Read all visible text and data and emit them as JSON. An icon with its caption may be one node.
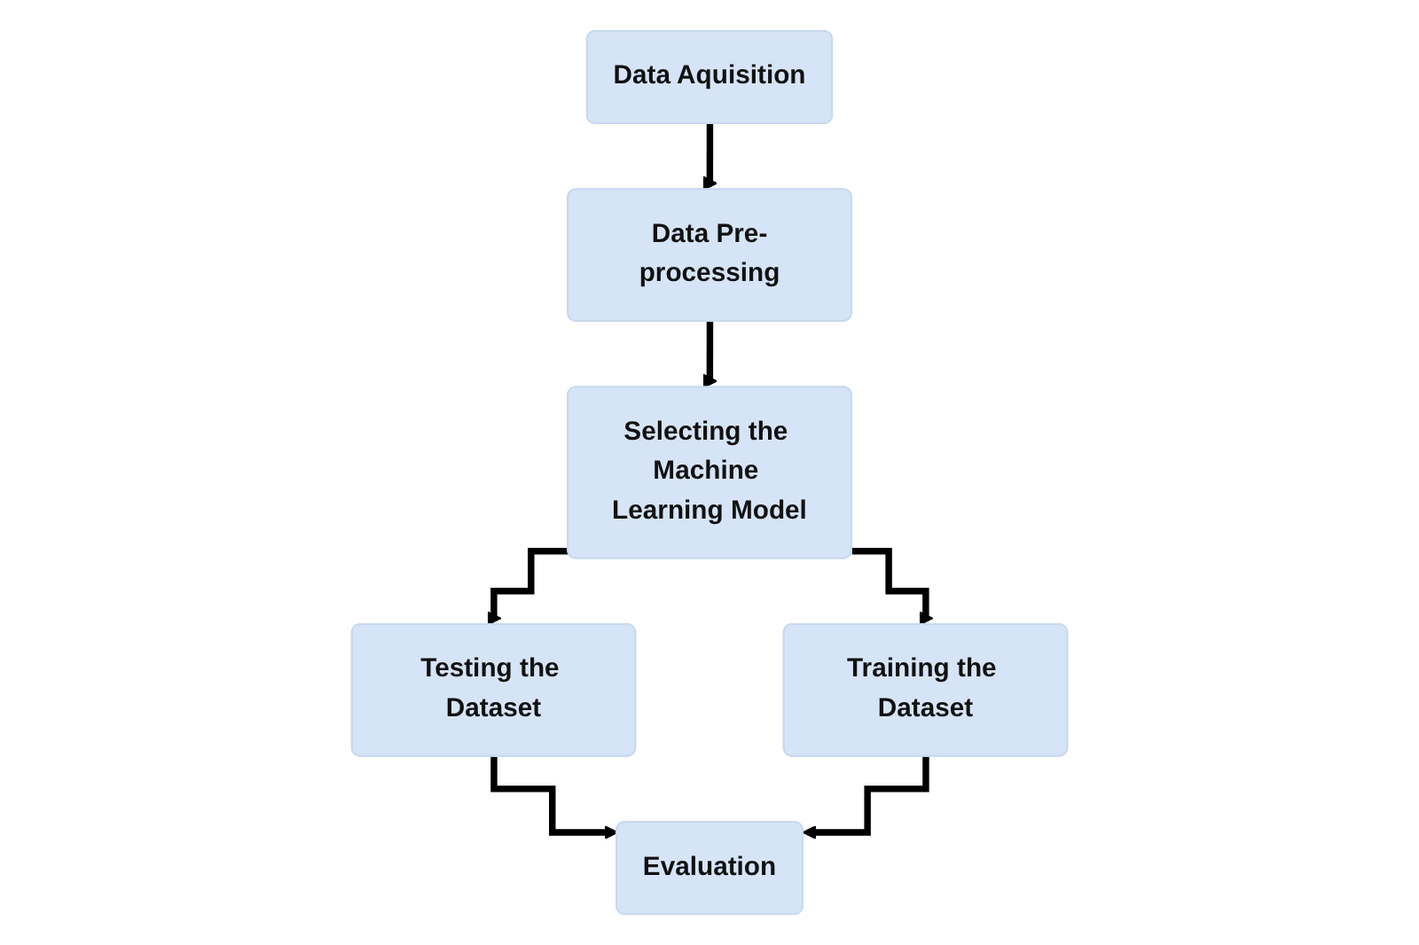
{
  "diagram": {
    "nodes": [
      {
        "text": [
          "Data Aquisition"
        ]
      },
      {
        "text": [
          "Data Pre-processing"
        ]
      },
      {
        "text": [
          "Selecting the Machine Learning Model"
        ]
      },
      {
        "text": [
          "Testing the Dataset"
        ]
      },
      {
        "text": [
          "Training the Dataset"
        ]
      },
      {
        "text": [
          "Evaluation"
        ]
      }
    ],
    "edges": [
      {
        "from": 0,
        "to": 1,
        "arrow": "to"
      },
      {
        "from": 1,
        "to": 2,
        "arrow": "to"
      },
      {
        "from": 2,
        "to": 3,
        "arrow": "to"
      },
      {
        "from": 2,
        "to": 4,
        "arrow": "to"
      },
      {
        "from": 3,
        "to": 5,
        "arrow": "to"
      },
      {
        "from": 4,
        "to": 5,
        "arrow": "to"
      }
    ]
  }
}
